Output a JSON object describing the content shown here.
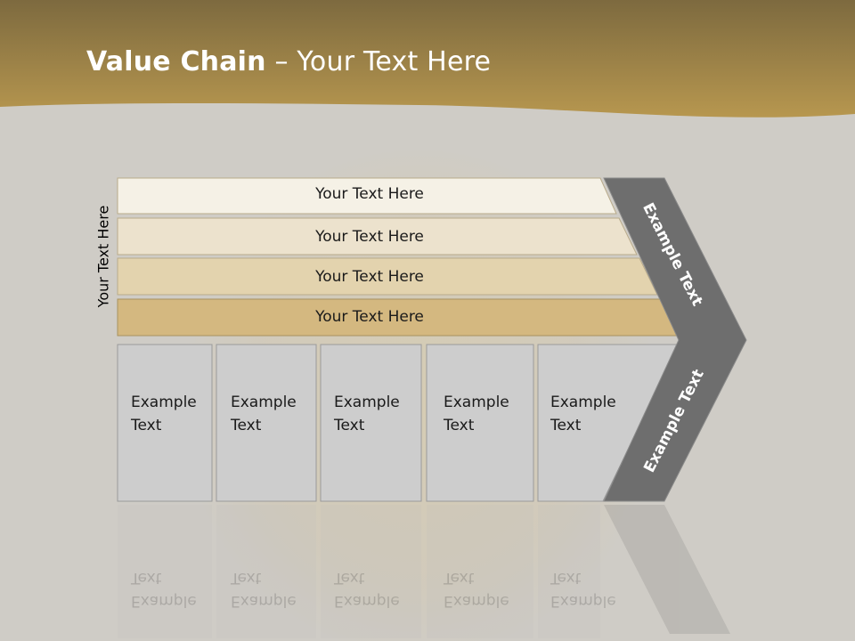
{
  "slide": {
    "title_bold": "Value Chain",
    "title_rest": " – Your Text Here",
    "side_label": "Your Text Here"
  },
  "bars": [
    {
      "label": "Your Text Here",
      "color": "#f5f1e6"
    },
    {
      "label": "Your Text Here",
      "color": "#ece2cd"
    },
    {
      "label": "Your Text Here",
      "color": "#e3d3ae"
    },
    {
      "label": "Your Text Here",
      "color": "#d4b880"
    }
  ],
  "boxes": [
    {
      "line1": "Example",
      "line2": "Text"
    },
    {
      "line1": "Example",
      "line2": "Text"
    },
    {
      "line1": "Example",
      "line2": "Text"
    },
    {
      "line1": "Example",
      "line2": "Text"
    },
    {
      "line1": "Example",
      "line2": "Text"
    }
  ],
  "chevron": {
    "top_label": "Example Text",
    "bottom_label": "Example Text",
    "color": "#6e6e6e"
  },
  "colors": {
    "header": "#b0914e",
    "background": "#cfccc6",
    "box_fill": "#cdcdcd"
  }
}
